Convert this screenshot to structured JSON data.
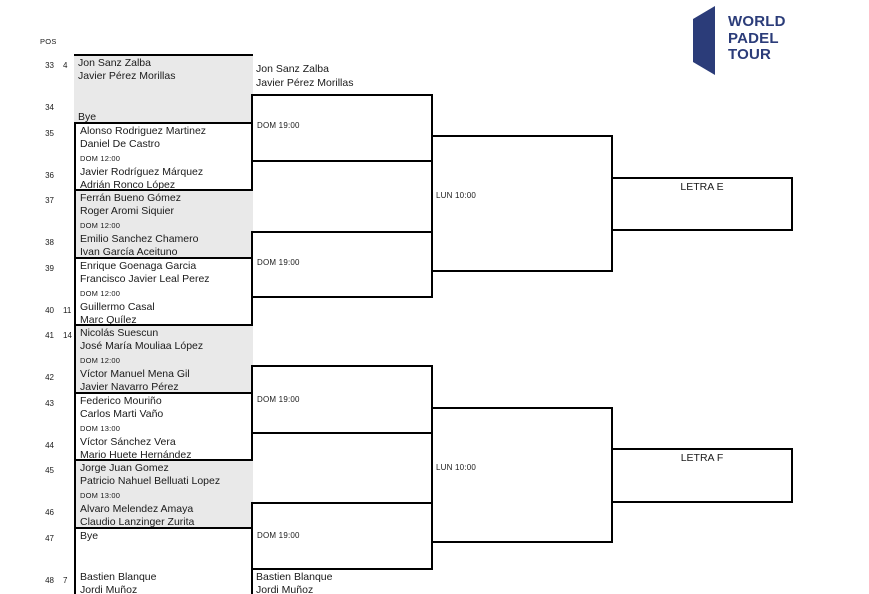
{
  "meta": {
    "pos_header": "POS"
  },
  "colors": {
    "logo_navy": "#2b3c79",
    "shaded_row": "#e9e9e9",
    "bracket_line": "#000000"
  },
  "logo": {
    "word1": "WORLD",
    "word2": "PADEL",
    "word3": "TOUR"
  },
  "round1": [
    {
      "pos_a": "33",
      "seed_a": "4",
      "a1": "Jon Sanz Zalba",
      "a2": "Javier Pérez Morillas",
      "time": "",
      "pos_b": "34",
      "seed_b": "",
      "b1": "",
      "b2": "Bye"
    },
    {
      "pos_a": "35",
      "seed_a": "",
      "a1": "Alonso Rodriguez Martinez",
      "a2": "Daniel De Castro",
      "time": "DOM 12:00",
      "pos_b": "36",
      "seed_b": "",
      "b1": "Javier Rodríguez Márquez",
      "b2": "Adrián Ronco López"
    },
    {
      "pos_a": "37",
      "seed_a": "",
      "a1": "Ferrán Bueno Gómez",
      "a2": "Roger Aromi Siquier",
      "time": "DOM 12:00",
      "pos_b": "38",
      "seed_b": "",
      "b1": "Emilio Sanchez Chamero",
      "b2": "Ivan García Aceituno"
    },
    {
      "pos_a": "39",
      "seed_a": "",
      "a1": "Enrique Goenaga Garcia",
      "a2": "Francisco Javier Leal Perez",
      "time": "DOM 12:00",
      "pos_b": "40",
      "seed_b": "11",
      "b1": "Guillermo Casal",
      "b2": "Marc Quílez"
    },
    {
      "pos_a": "41",
      "seed_a": "14",
      "a1": "Nicolás Suescun",
      "a2": "José María Mouliaa López",
      "time": "DOM 12:00",
      "pos_b": "42",
      "seed_b": "",
      "b1": "Víctor Manuel Mena Gil",
      "b2": "Javier Navarro Pérez"
    },
    {
      "pos_a": "43",
      "seed_a": "",
      "a1": "Federico Mouriño",
      "a2": "Carlos Marti Vaño",
      "time": "DOM 13:00",
      "pos_b": "44",
      "seed_b": "",
      "b1": "Víctor Sánchez Vera",
      "b2": "Mario Huete Hernández"
    },
    {
      "pos_a": "45",
      "seed_a": "",
      "a1": "Jorge Juan Gomez",
      "a2": "Patricio Nahuel Belluati Lopez",
      "time": "DOM 13:00",
      "pos_b": "46",
      "seed_b": "",
      "b1": "Alvaro Melendez Amaya",
      "b2": "Claudio Lanzinger Zurita"
    },
    {
      "pos_a": "47",
      "seed_a": "",
      "a1": "Bye",
      "a2": "",
      "time": "",
      "pos_b": "48",
      "seed_b": "7",
      "b1": "Bastien Blanque",
      "b2": "Jordi Muñoz"
    }
  ],
  "round2": {
    "advancer_top_1": "Jon Sanz Zalba",
    "advancer_top_2": "Javier Pérez Morillas",
    "match_a_time": "DOM 19:00",
    "match_b_time": "DOM 19:00",
    "match_c_time": "DOM 19:00",
    "match_d_time": "DOM 19:00",
    "advancer_bottom_1": "Bastien Blanque",
    "advancer_bottom_2": "Jordi Muñoz"
  },
  "round3": {
    "match_a_time": "LUN 10:00",
    "match_b_time": "LUN 10:00"
  },
  "finals": {
    "top_label": "LETRA E",
    "bottom_label": "LETRA F"
  }
}
